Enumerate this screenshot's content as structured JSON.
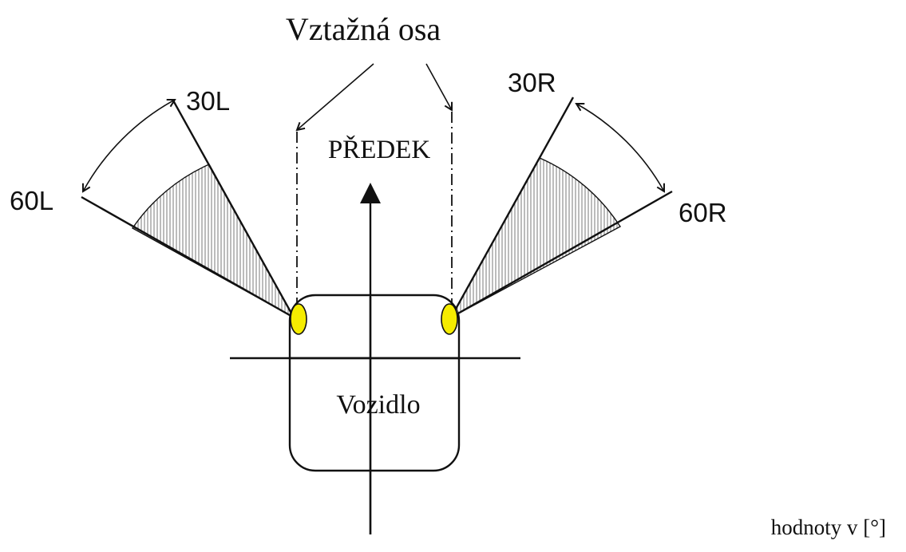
{
  "diagram": {
    "reference_axis_label": "Vztažná osa",
    "front_label": "PŘEDEK",
    "vehicle_label": "Vozidlo",
    "units_note": "hodnoty v [°]",
    "left": {
      "inner_label": "30L",
      "outer_label": "60L",
      "inner_angle_deg": 30,
      "outer_angle_deg": 60
    },
    "right": {
      "inner_label": "30R",
      "outer_label": "60R",
      "inner_angle_deg": 30,
      "outer_angle_deg": 60
    },
    "colors": {
      "lamp": "#f5ec00",
      "line": "#111111",
      "hatch": "#7a7a7a"
    }
  }
}
